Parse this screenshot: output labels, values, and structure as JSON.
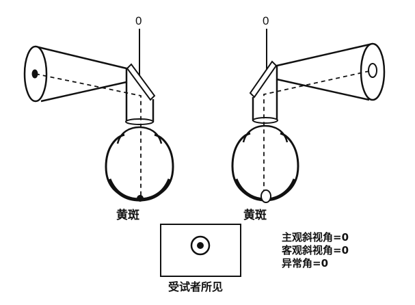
{
  "diagram": {
    "left_fixation_label": "0",
    "right_fixation_label": "0",
    "left_eye_label": "黄斑",
    "right_eye_label": "黄斑",
    "perceived_caption": "受试者所见",
    "readouts": [
      "主观斜视角=0",
      "客观斜视角=0",
      "异常角=0"
    ]
  }
}
